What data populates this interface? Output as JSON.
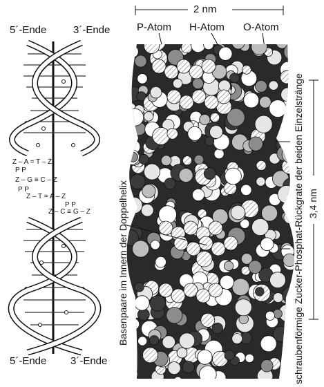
{
  "left_helix": {
    "top_label_5": "5´-Ende",
    "top_label_3": "3´-Ende",
    "bottom_label_5": "5´-Ende",
    "bottom_label_3": "3´-Ende",
    "sequence_rows": [
      "Z – A = T – Z",
      "P               P",
      "Z – G ≡ C – Z",
      "P               P",
      "Z – T = A – Z",
      "P   P",
      "Z – C ≡ G – Z"
    ]
  },
  "right_model": {
    "width_label": "2 nm",
    "atom_labels": [
      "P-Atom",
      "H-Atom",
      "O-Atom"
    ],
    "pitch_label": "3,4 nm",
    "left_caption": "Basenpaare im Innern der Doppelhelix",
    "right_caption": "schraubenförmige Zucker-Phosphat-Rückgrate der beiden Einzelstränge"
  }
}
